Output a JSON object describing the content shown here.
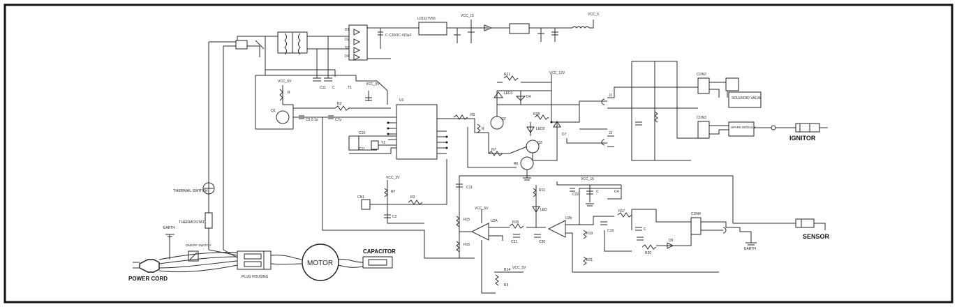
{
  "labels": {
    "power_cord": "POWER CORD",
    "motor": "MOTOR",
    "capacitor": "CAPACITOR",
    "ignitor": "IGNITOR",
    "sensor": "SENSOR",
    "earth_left": "EARTH",
    "earth_right": "EARTH",
    "thermal_switch": "THERMAL SWITCH",
    "thermostat": "THERMOSTAT",
    "plug_housing": "PLUG HOUSING",
    "solenoid_valve": "SOLENOID VALVE",
    "spark_module": "SPARK MODULE",
    "on_off_switch": "ON/OFF SWITCH",
    "vcc_15": "VCC_15",
    "vcc_5": "VCC_5",
    "vcc_5v": "VCC_5V",
    "vcc_12v": "VCC_12V",
    "vcc_3v": "VCC_3V",
    "ic_7805": "LD1117V50",
    "chip": "U1"
  }
}
